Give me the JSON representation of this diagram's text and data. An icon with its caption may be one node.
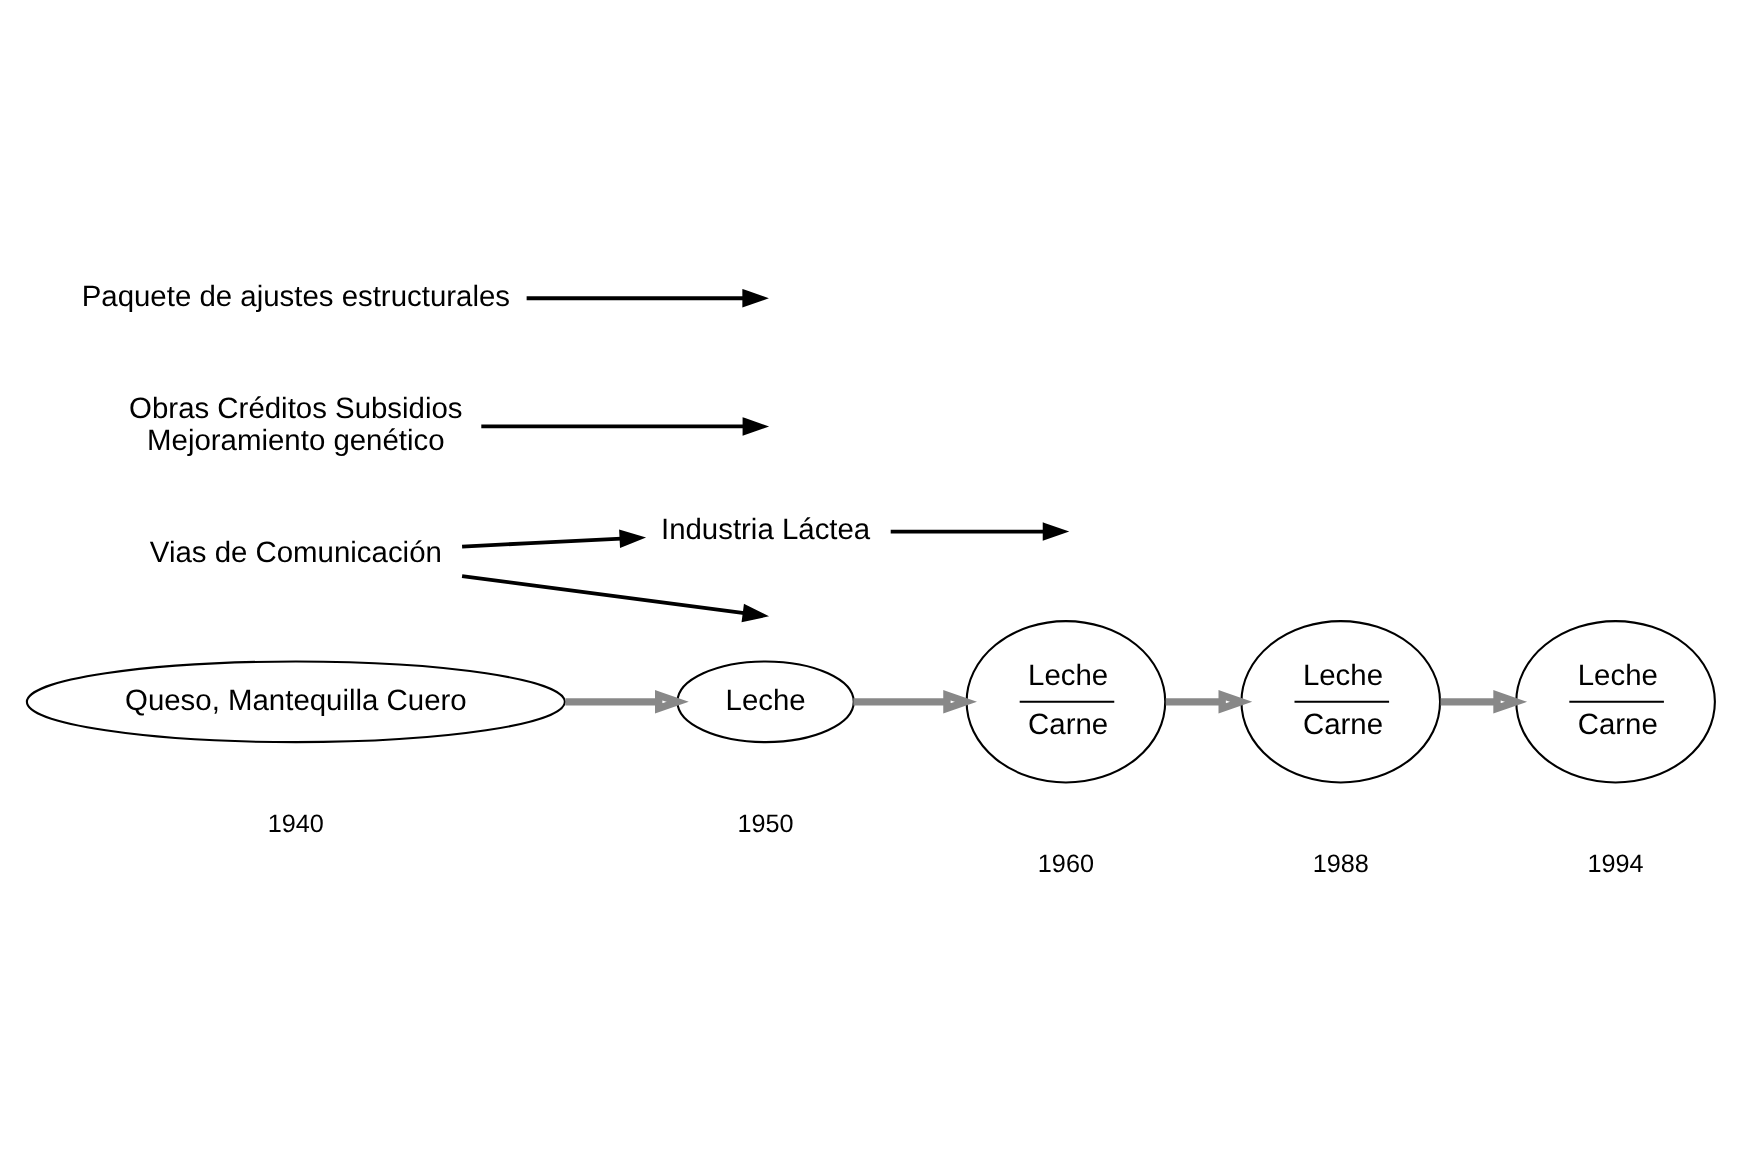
{
  "diagram": {
    "nodes": [
      {
        "text": [
          "Queso, Mantequilla Cuero"
        ],
        "beside": [
          "1940"
        ]
      },
      {
        "text": [
          "Leche"
        ],
        "beside": [
          "1950"
        ]
      },
      {
        "text": [
          "Leche",
          "Carne"
        ],
        "beside": [
          "1960"
        ]
      },
      {
        "text": [
          "Leche",
          "Carne"
        ],
        "beside": [
          "1988"
        ]
      },
      {
        "text": [
          "Leche",
          "Carne"
        ],
        "beside": [
          "1994"
        ]
      },
      {
        "text": [
          "Industria Láctea"
        ]
      },
      {
        "text": [
          "Vias de Comunicación"
        ]
      },
      {
        "text": [
          "Obras Créditos Subsidios",
          "Mejoramiento genético"
        ]
      },
      {
        "text": [
          "Paquete de ajustes estructurales"
        ]
      }
    ],
    "edges": [
      {
        "from": 0,
        "to": 1,
        "arrow": "to",
        "style": "thick",
        "color": "#888888"
      },
      {
        "from": 1,
        "to": 2,
        "arrow": "to",
        "style": "thick",
        "color": "#888888"
      },
      {
        "from": 2,
        "to": 3,
        "arrow": "to",
        "style": "thick",
        "color": "#888888"
      },
      {
        "from": 3,
        "to": 4,
        "arrow": "to",
        "style": "thick",
        "color": "#888888"
      },
      {
        "from": 5,
        "to": null,
        "arrow": "to"
      },
      {
        "from": 6,
        "to": 5,
        "arrow": "to"
      },
      {
        "from": 6,
        "to": null,
        "arrow": "to"
      },
      {
        "from": 7,
        "to": null,
        "arrow": "to"
      },
      {
        "from": 8,
        "to": null,
        "arrow": "to"
      }
    ]
  }
}
